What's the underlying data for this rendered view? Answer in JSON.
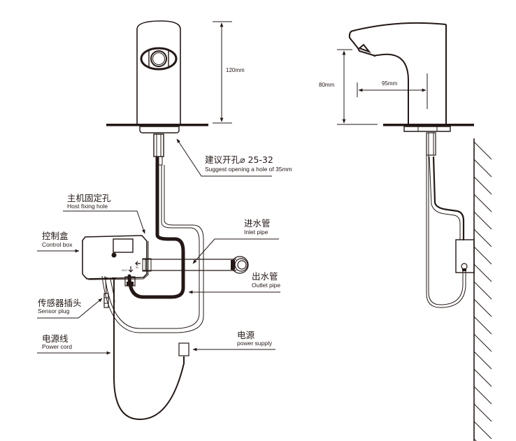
{
  "diagram": {
    "colors": {
      "ink": "#231815",
      "background": "#ffffff"
    },
    "front_view": {
      "height_dimension": "120mm"
    },
    "side_view": {
      "height_dimension": "80mm",
      "reach_dimension": "95mm"
    },
    "labels": {
      "opening": {
        "cn": "建议开孔⌀ 25-32",
        "en": "Suggest opening a hole of 35mm"
      },
      "host_fixing_hole": {
        "cn": "主机固定孔",
        "en": "Host fixing hole"
      },
      "control_box": {
        "cn": "控制盒",
        "en": "Control box"
      },
      "inlet_pipe": {
        "cn": "进水管",
        "en": "Inlet pipe"
      },
      "outlet_pipe": {
        "cn": "出水管",
        "en": "Outlet pipe"
      },
      "sensor_plug": {
        "cn": "传感器插头",
        "en": "Sensor plug"
      },
      "power_cord": {
        "cn": "电源线",
        "en": "Power cord"
      },
      "power_supply": {
        "cn": "电源",
        "en": "power supply"
      }
    },
    "box_markings": {
      "out": "OUT",
      "in": "IN"
    }
  }
}
